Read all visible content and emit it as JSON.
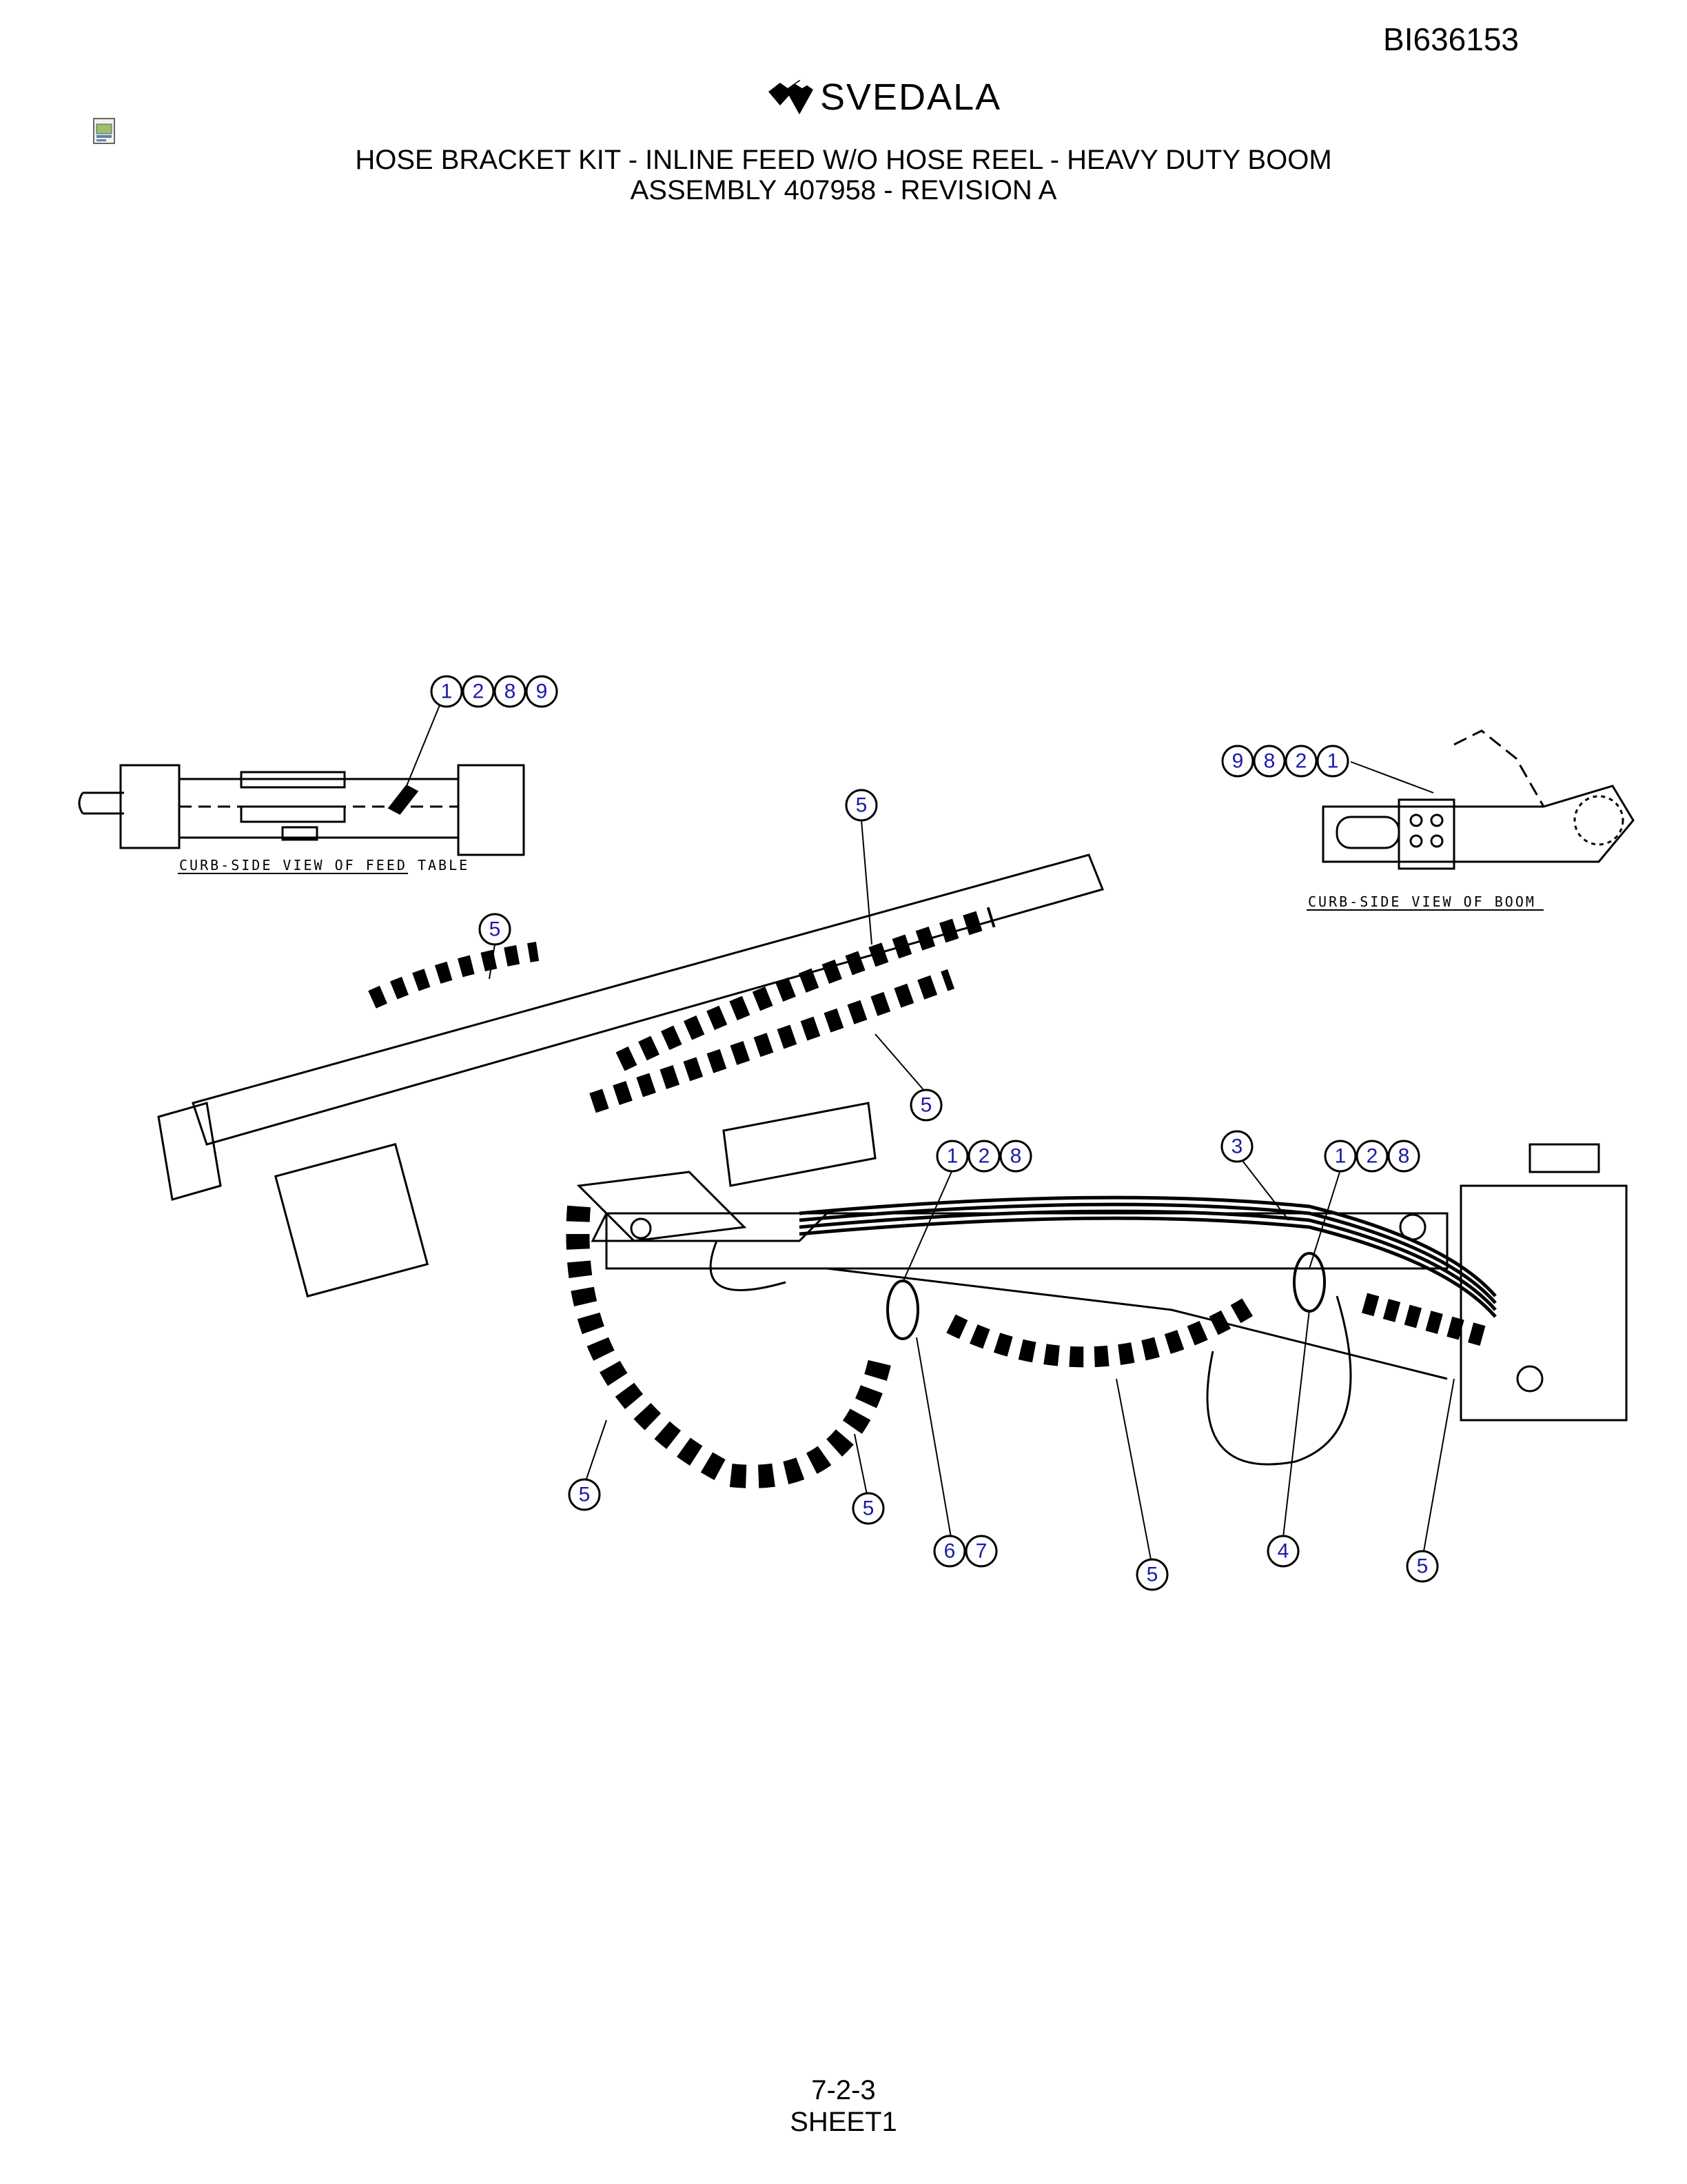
{
  "header": {
    "doc_id": "BI636153",
    "brand": "SVEDALA",
    "title_line1": "HOSE BRACKET KIT - INLINE FEED W/O HOSE REEL - HEAVY DUTY BOOM",
    "title_line2": "ASSEMBLY 407958 - REVISION A"
  },
  "views": {
    "feed_table_label": "CURB-SIDE VIEW OF FEED TABLE",
    "boom_label": "CURB-SIDE VIEW OF BOOM"
  },
  "callouts": {
    "feed_table_group": [
      "1",
      "2",
      "8",
      "9"
    ],
    "boom_view_group": [
      "9",
      "8",
      "2",
      "1"
    ],
    "center_group_a": [
      "1",
      "2",
      "8"
    ],
    "center_group_b": [
      "1",
      "2",
      "8"
    ],
    "bottom_group": [
      "6",
      "7"
    ],
    "item_3": "3",
    "item_4": "4",
    "item_5": "5"
  },
  "footer": {
    "page": "7-2-3",
    "sheet": "SHEET1"
  }
}
